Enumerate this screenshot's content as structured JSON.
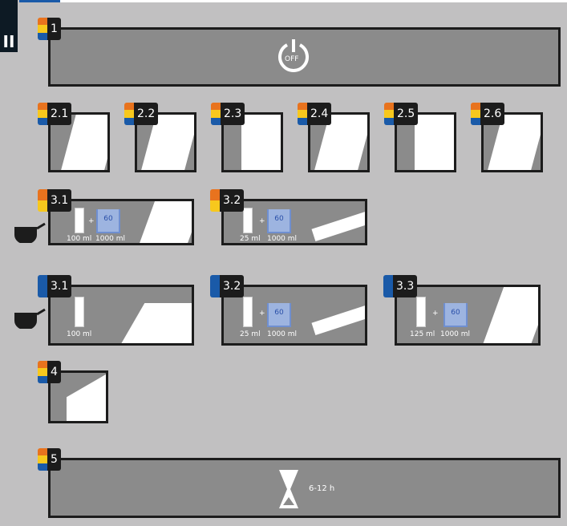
{
  "section": "II",
  "steps": {
    "s1": {
      "label": "1",
      "icon": "power-off-icon",
      "icon_text": "OFF"
    },
    "s2": [
      {
        "label": "2.1"
      },
      {
        "label": "2.2"
      },
      {
        "label": "2.3"
      },
      {
        "label": "2.4"
      },
      {
        "label": "2.5"
      },
      {
        "label": "2.6"
      }
    ],
    "s3a": [
      {
        "label": "3.1",
        "agent": "100 ml",
        "water": "1000 ml",
        "temp": "60"
      },
      {
        "label": "3.2",
        "agent": "25 ml",
        "water": "1000 ml",
        "temp": "60"
      }
    ],
    "s3b": [
      {
        "label": "3.1",
        "agent": "100 ml"
      },
      {
        "label": "3.2",
        "agent": "25 ml",
        "water": "1000 ml",
        "temp": "60"
      },
      {
        "label": "3.3",
        "agent": "125 ml",
        "water": "1000 ml",
        "temp": "60"
      }
    ],
    "s4": {
      "label": "4"
    },
    "s5": {
      "label": "5",
      "duration": "6-12 h",
      "icon": "hourglass-icon"
    }
  },
  "colors": {
    "orange": "#e8731e",
    "yellow": "#f7c81d",
    "blue": "#1a5aa8",
    "panel": "#8b8b8b"
  }
}
